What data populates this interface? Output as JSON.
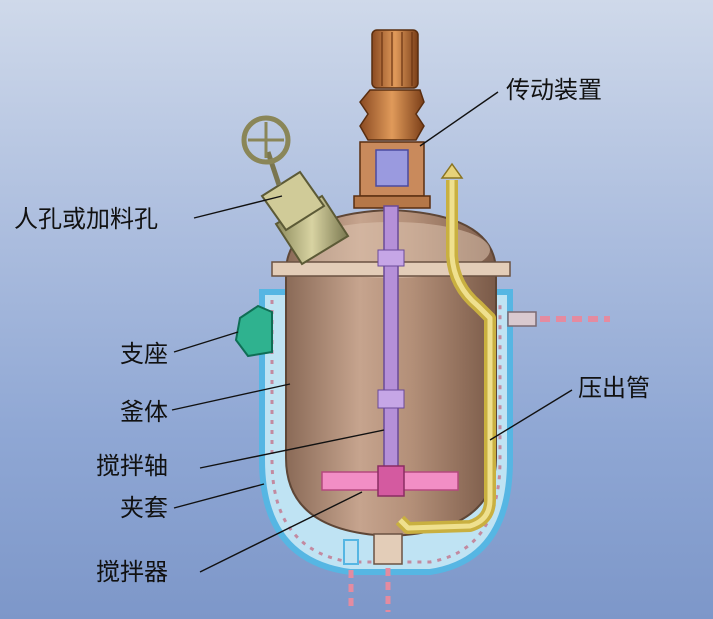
{
  "labels": {
    "drive_unit": "传动装置",
    "manhole": "人孔或加料孔",
    "support": "支座",
    "discharge_pipe": "压出管",
    "kettle_body": "釜体",
    "agitator_shaft": "搅拌轴",
    "jacket": "夹套",
    "agitator": "搅拌器"
  }
}
